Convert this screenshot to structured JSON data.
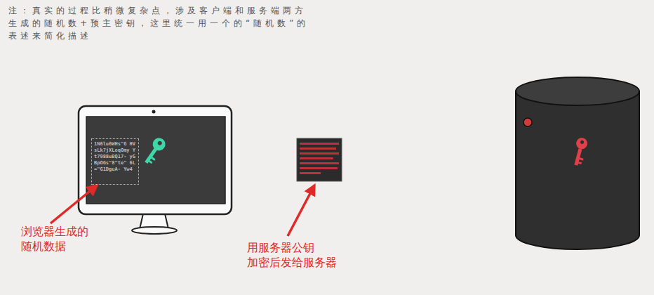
{
  "diagram": {
    "nodes": [
      {
        "text": [
          "1N6lu6WHs\"G HVsLk7jXLoqOmy Yt7988uBQ17- yGBpOGs\"8\"te\" 6L=\"G1DguA- Yw4"
        ]
      }
    ],
    "labels": [
      "注：真实的过程比稍微复杂点，涉及客户端和服务端两方 生成的随机数+预主密钥，这里统一用一个的“随机数”的 表述来简化描述",
      "浏览器生成的 随机数据",
      "用服务器公钥 加密后发给服务器"
    ]
  }
}
